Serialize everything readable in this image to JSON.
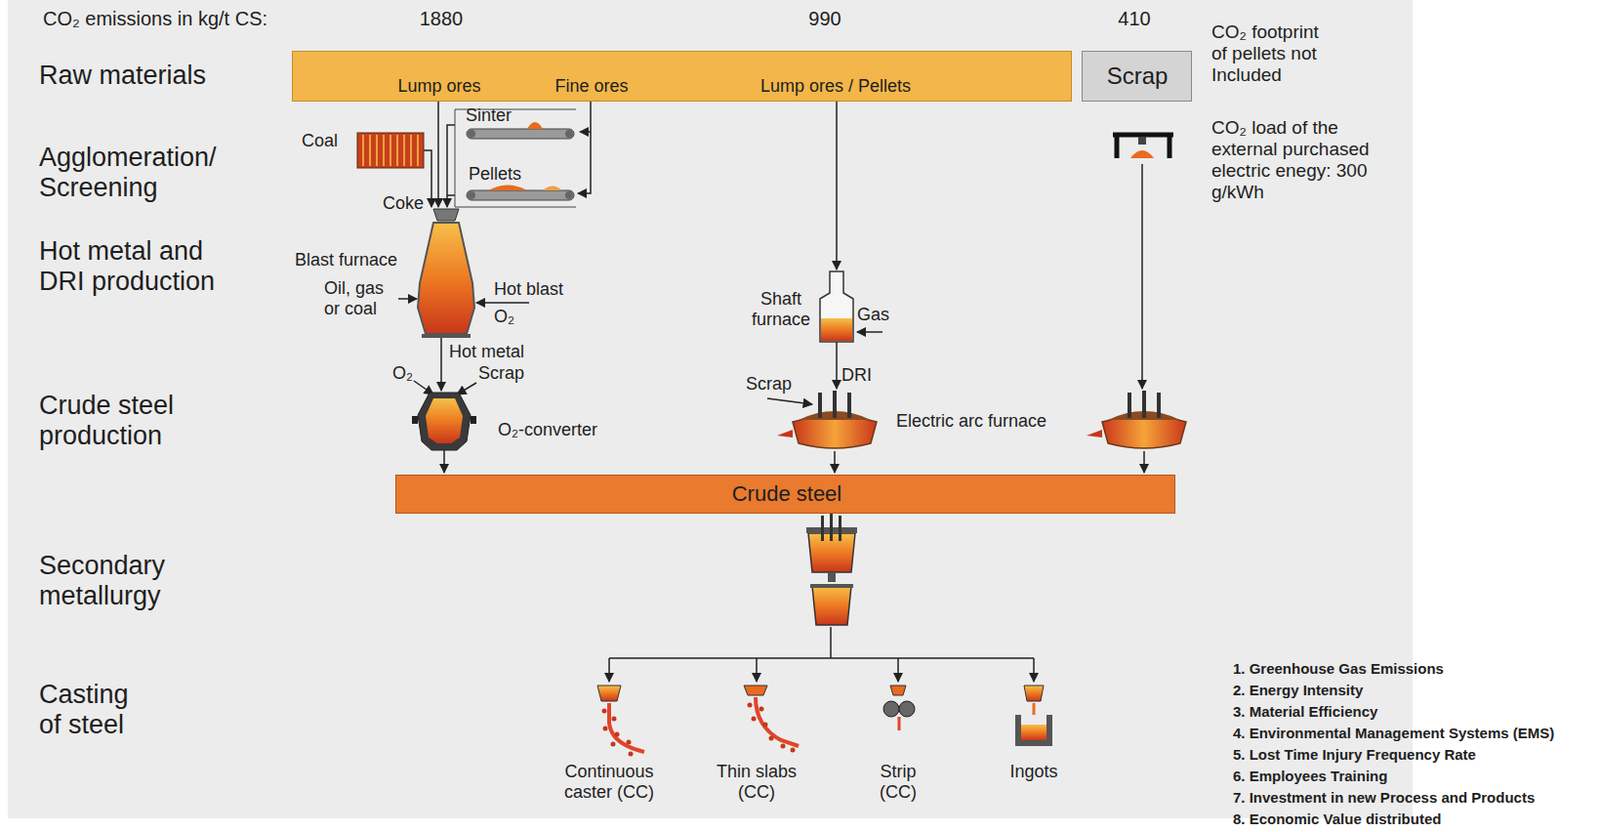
{
  "diagram": {
    "nodes": [
      {
        "text": [
          "Lump ores",
          "Fine ores",
          "Lump ores / Pellets"
        ]
      },
      {
        "text": [
          "Scrap"
        ]
      },
      {
        "text": [
          "Crude steel"
        ]
      }
    ],
    "labels": [
      "CO₂ emissions in kg/t CS:",
      "1880",
      "990",
      "410",
      "CO₂ footprint of pellets not Included",
      "CO₂ load of the external purchased electric enegy: 300 g/kWh",
      "Raw materials",
      "Agglomeration/ Screening",
      "Hot metal and DRI production",
      "Crude steel production",
      "Secondary metallurgy",
      "Casting of steel",
      "Coal",
      "Sinter",
      "Pellets",
      "Coke",
      "Blast furnace",
      "Oil, gas or coal",
      "Hot blast",
      "O₂",
      "Hot metal",
      "O₂",
      "Scrap",
      "O₂-converter",
      "Shaft furnace",
      "Gas",
      "Scrap",
      "DRI",
      "Electric arc furnace",
      "Continuous caster (CC)",
      "Thin slabs (CC)",
      "Strip (CC)",
      "Ingots",
      "1. Greenhouse Gas Emissions",
      "2. Energy Intensity",
      "3. Material Efficiency",
      "4. Environmental Management Systems (EMS)",
      "5. Lost Time Injury Frequency Rate",
      "6. Employees Training",
      "7. Investment in new Process and Products",
      "8. Economic Value distributed"
    ]
  }
}
